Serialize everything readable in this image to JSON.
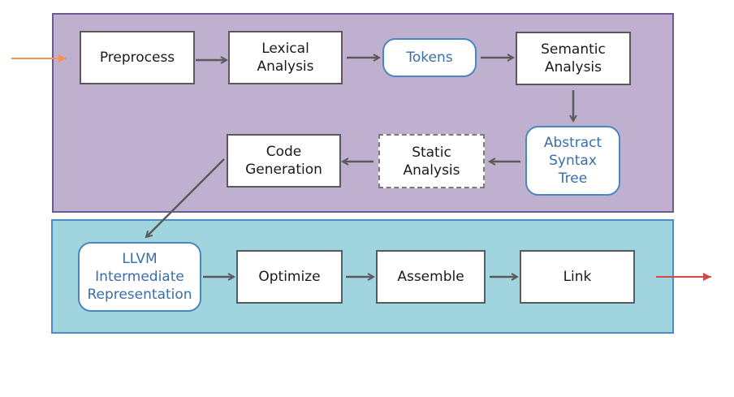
{
  "panels": {
    "frontend": {
      "color": "#bfb0d0"
    },
    "backend": {
      "color": "#a0d5e0"
    }
  },
  "nodes": {
    "preprocess": "Preprocess",
    "lexical": "Lexical\nAnalysis",
    "tokens": "Tokens",
    "semantic": "Semantic\nAnalysis",
    "ast": "Abstract\nSyntax\nTree",
    "static": "Static\nAnalysis",
    "codegen": "Code\nGeneration",
    "llvm_ir": "LLVM\nIntermediate\nRepresentation",
    "optimize": "Optimize",
    "assemble": "Assemble",
    "link": "Link"
  },
  "edges": [
    [
      "input",
      "preprocess"
    ],
    [
      "preprocess",
      "lexical"
    ],
    [
      "lexical",
      "tokens"
    ],
    [
      "tokens",
      "semantic"
    ],
    [
      "semantic",
      "ast"
    ],
    [
      "ast",
      "static"
    ],
    [
      "static",
      "codegen"
    ],
    [
      "codegen",
      "llvm_ir"
    ],
    [
      "llvm_ir",
      "optimize"
    ],
    [
      "optimize",
      "assemble"
    ],
    [
      "assemble",
      "link"
    ],
    [
      "link",
      "output"
    ]
  ],
  "colors": {
    "input_arrow": "#f0915a",
    "output_arrow": "#d04a4a",
    "edge": "#5a5a5a"
  }
}
